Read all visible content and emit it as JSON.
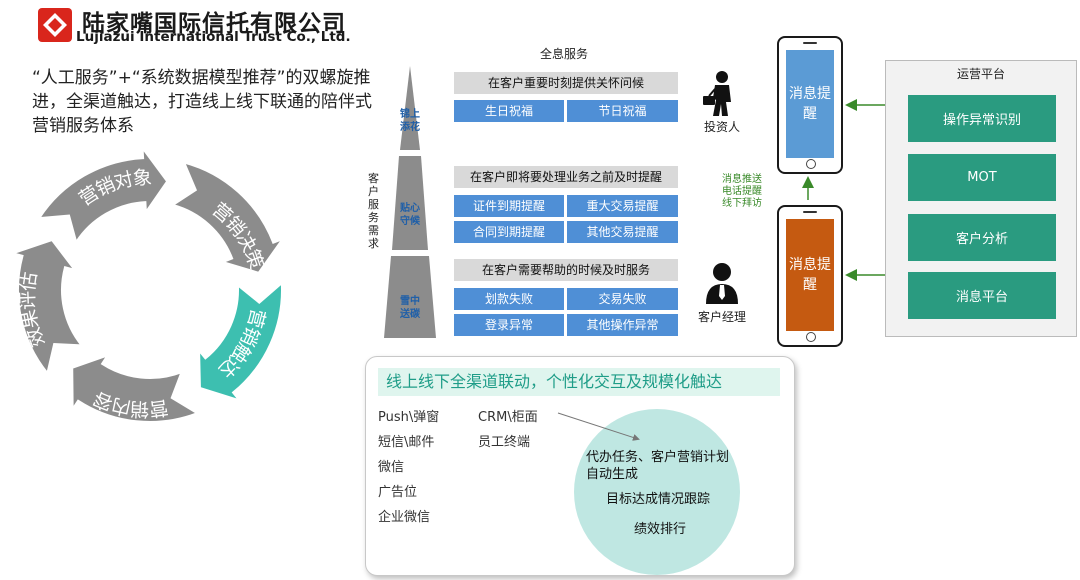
{
  "logo": {
    "name_cn": "陆家嘴国际信托有限公司",
    "name_en": "Lujiazui International Trust Co., Ltd."
  },
  "slogan": "“人工服务”+“系统数据模型推荐”的双螺旋推进，全渠道触达，打造线上线下联通的陪伴式营销服务体系",
  "cycle": {
    "segments": [
      "营销对象",
      "营销决策",
      "营销触达",
      "营销内容",
      "效果评估"
    ],
    "colors": {
      "grey": "#8c8c8c",
      "highlight": "#3dbfb0"
    }
  },
  "pyramid": {
    "top_label": "全息服务",
    "side_label": "客户服务需求",
    "tiers": [
      {
        "name": "锦上添花",
        "header": "在客户重要时刻提供关怀问候",
        "cells": [
          "生日祝福",
          "节日祝福"
        ]
      },
      {
        "name": "贴心守候",
        "header": "在客户即将要处理业务之前及时提醒",
        "cells": [
          "证件到期提醒",
          "重大交易提醒",
          "合同到期提醒",
          "其他交易提醒"
        ]
      },
      {
        "name": "雪中送碳",
        "header": "在客户需要帮助的时候及时服务",
        "cells": [
          "划款失败",
          "交易失败",
          "登录异常",
          "其他操作异常"
        ]
      }
    ]
  },
  "persons": {
    "investor": "投资人",
    "manager": "客户经理"
  },
  "phones": {
    "top": {
      "label": "消息提醒",
      "color": "#5b9bd5"
    },
    "bottom": {
      "label": "消息提醒",
      "color": "#c55a11"
    },
    "push_note": "消息推送电话提醒线下拜访"
  },
  "ops_platform": {
    "title": "运营平台",
    "items": [
      "操作异常识别",
      "MOT",
      "客户分析",
      "消息平台"
    ],
    "color": "#2a9b80"
  },
  "channel_panel": {
    "title": "线上线下全渠道联动，个性化交互及规模化触达",
    "left_channels": [
      "Push\\弹窗",
      "短信\\邮件",
      "微信",
      "广告位",
      "企业微信"
    ],
    "mid_channels": [
      "CRM\\柜面",
      "员工终端"
    ],
    "bubble_items": [
      "代办任务、客户营销计划自动生成",
      "目标达成情况跟踪",
      "绩效排行"
    ]
  }
}
